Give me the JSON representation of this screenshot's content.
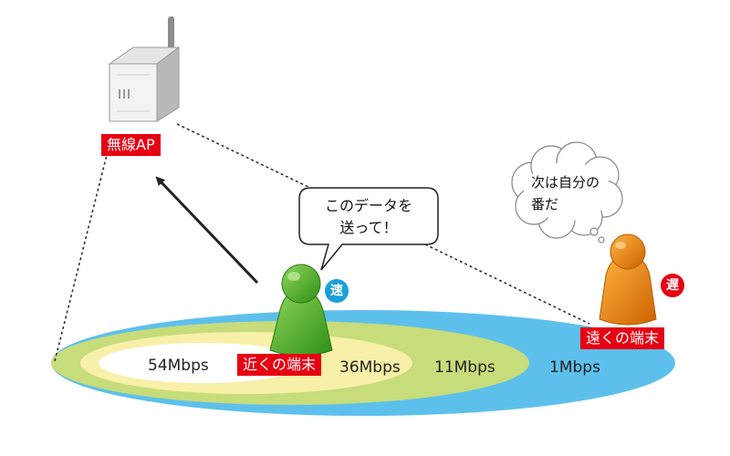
{
  "access_point": {
    "label": "無線AP",
    "icon": "wireless-router-icon"
  },
  "coverage_rates": {
    "r54": "54Mbps",
    "r36": "36Mbps",
    "r11": "11Mbps",
    "r1": "1Mbps"
  },
  "near_terminal": {
    "label": "近くの端末",
    "speed_badge": "速",
    "badge_color": "#1a9fd9",
    "figure_color": "#3aa21f"
  },
  "far_terminal": {
    "label": "遠くの端末",
    "speed_badge": "遅",
    "badge_color": "#e60012",
    "figure_color": "#e07a0a"
  },
  "speech_bubble": {
    "line1": "このデータを",
    "line2": "送って！"
  },
  "thought_bubble": {
    "line1": "次は自分の",
    "line2": "番だ"
  },
  "colors": {
    "outer_zone": "#5dc0ec",
    "zone_11": "#c7dc7a",
    "zone_36": "#f8f0a8",
    "zone_54": "#ffffff",
    "label_red": "#e60012"
  }
}
